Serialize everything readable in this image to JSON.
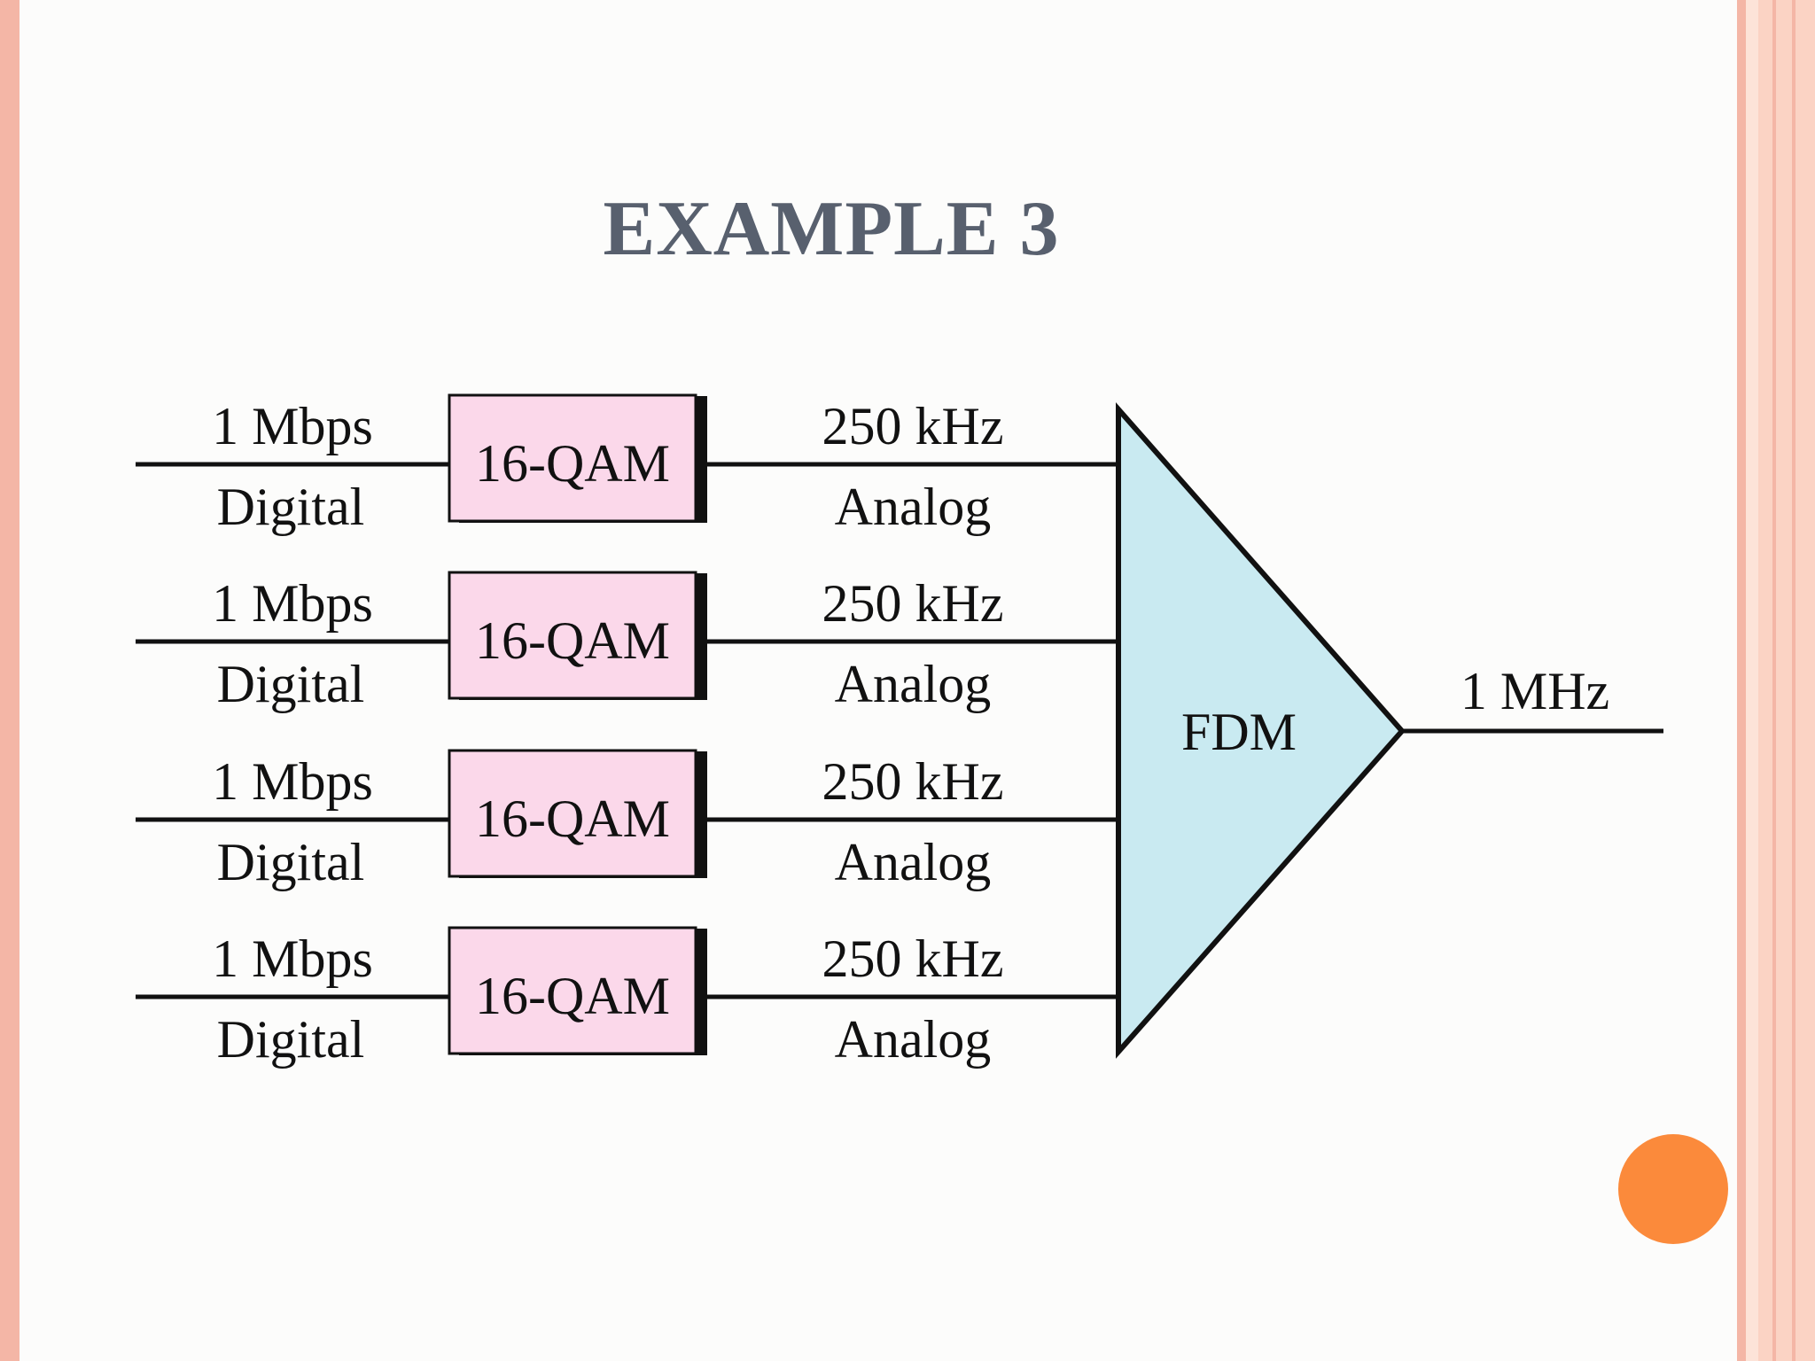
{
  "slide": {
    "title": "EXAMPLE 3"
  },
  "colors": {
    "background": "#fcfcfb",
    "title": "#58606e",
    "border_salmon": "#f4b6a6",
    "border_peach": "#fbd3c4",
    "qam_fill": "#fbd8ea",
    "fdm_fill": "#c9eaf1",
    "line": "#111111",
    "accent_dot": "#fb8a3b"
  },
  "diagram": {
    "channels": [
      {
        "rate": "1 Mbps",
        "signal_in": "Digital",
        "modulator": "16-QAM",
        "bandwidth": "250 kHz",
        "signal_out": "Analog"
      },
      {
        "rate": "1 Mbps",
        "signal_in": "Digital",
        "modulator": "16-QAM",
        "bandwidth": "250 kHz",
        "signal_out": "Analog"
      },
      {
        "rate": "1 Mbps",
        "signal_in": "Digital",
        "modulator": "16-QAM",
        "bandwidth": "250 kHz",
        "signal_out": "Analog"
      },
      {
        "rate": "1 Mbps",
        "signal_in": "Digital",
        "modulator": "16-QAM",
        "bandwidth": "250 kHz",
        "signal_out": "Analog"
      }
    ],
    "multiplexer": "FDM",
    "output": "1 MHz"
  }
}
